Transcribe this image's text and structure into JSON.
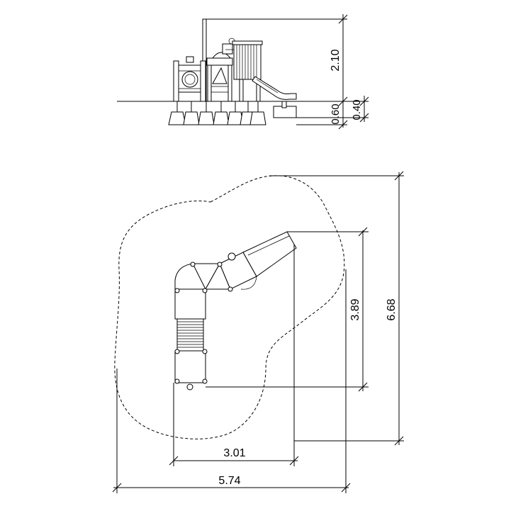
{
  "elevation": {
    "dims": {
      "height_total": "2.10",
      "footing_depth": "0.60",
      "slide_footing": "0.40"
    }
  },
  "plan": {
    "dims": {
      "equipment_width": "3.01",
      "safety_zone_width": "5.74",
      "equipment_depth": "3.89",
      "safety_zone_depth": "6.68"
    }
  }
}
